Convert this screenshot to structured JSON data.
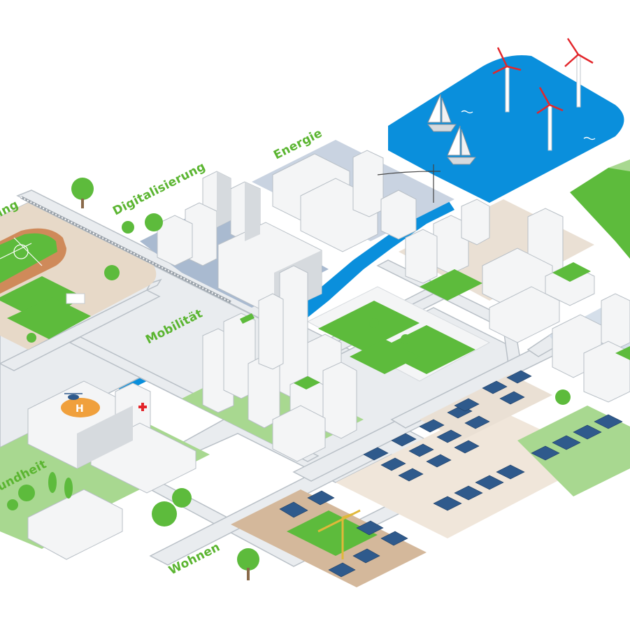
{
  "district_labels": {
    "sport": "ing",
    "digitalisierung": "Digitalisierung",
    "energie": "Energie",
    "mobilitaet": "Mobilität",
    "gesundheit": "undheit",
    "wohnen": "Wohnen"
  },
  "colors": {
    "label_green": "#5bb531",
    "grass": "#5dbb3c",
    "water": "#0a8fdc",
    "road": "#e9ecef",
    "building": "#f1f2f3",
    "roof_blue": "#2f5a8c",
    "hospital_cross": "#e3262b",
    "heliport": "#f0a03c"
  },
  "icons": [
    "wind-turbine-icon",
    "sailboat-icon",
    "crane-icon",
    "helicopter-icon",
    "tree-icon"
  ]
}
